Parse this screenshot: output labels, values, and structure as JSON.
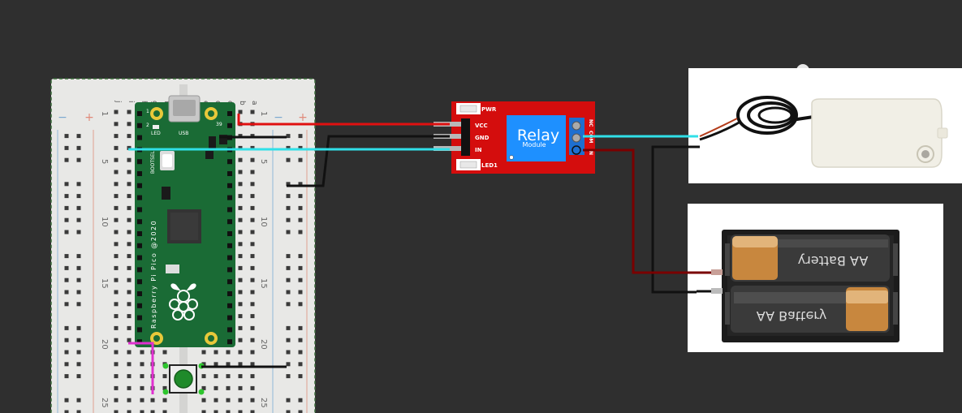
{
  "breadboard": {
    "column_letters": [
      "j",
      "i",
      "h",
      "g",
      "f",
      "e",
      "d",
      "c",
      "b",
      "a"
    ],
    "row_numbers": [
      "1",
      "5",
      "10",
      "15",
      "20",
      "25"
    ],
    "rail_minus": "−",
    "rail_plus": "+"
  },
  "pico": {
    "board_text": "Raspberry Pi Pico @2020",
    "led_label": "LED",
    "usb_label": "USB",
    "bootsel_label": "BOOTSEL",
    "pin1": "1",
    "pin2": "2",
    "pin39": "39"
  },
  "relay": {
    "pwr_label": "PWR",
    "led1_label": "LED1",
    "vcc_label": "VCC",
    "gnd_label": "GND",
    "in_label": "IN",
    "title": "Relay",
    "subtitle": "Module",
    "com_label": "COM",
    "nc_label": "NC",
    "no_label": "N"
  },
  "battery": {
    "label_top": "AA Battery",
    "label_bottom": "AA Battery"
  },
  "colors": {
    "background": "#2f2f2f",
    "breadboard": "#e8e8e6",
    "pico_green": "#1a6b35",
    "relay_red": "#d40d0d",
    "relay_blue": "#1e90ff",
    "wire_red": "#e01010",
    "wire_black": "#111111",
    "wire_cyan": "#30e0e8",
    "wire_darkred": "#7a0000",
    "wire_magenta": "#e030d0",
    "button_green": "#1f8a2a"
  }
}
